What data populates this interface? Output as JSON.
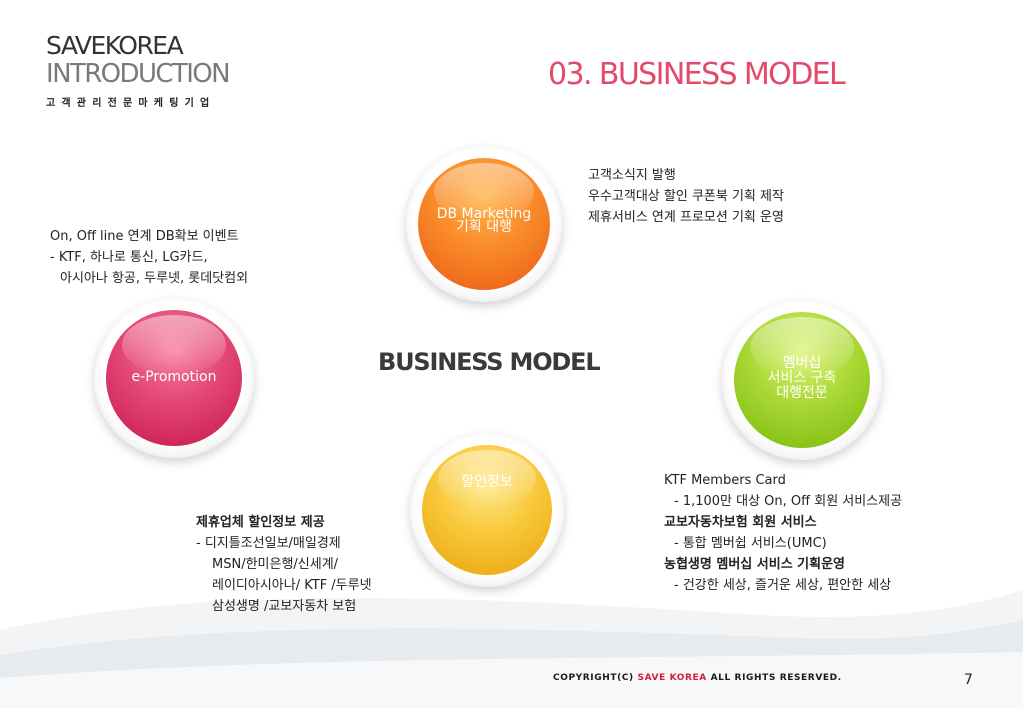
{
  "header": {
    "logo_line1": "SAVEKOREA",
    "logo_line2": "INTRODUCTION",
    "logo_tagline": "고객관리전문마케팅기업",
    "slide_title": "03. BUSINESS MODEL"
  },
  "center_title": "BUSINESS MODEL",
  "circles": {
    "db": {
      "line1": "DB Marketing",
      "line2": "기획 대행",
      "color": "#f47d25"
    },
    "promotion": {
      "line1": "e-Promotion",
      "color": "#e0456f"
    },
    "membership": {
      "line1": "멤버십",
      "line2": "서비스 구축",
      "line3": "대행전문",
      "color": "#a2d12f"
    },
    "discount": {
      "line1": "할인정보",
      "color": "#f5bc2f"
    }
  },
  "texts": {
    "db": [
      "고객소식지 발행",
      "우수고객대상 할인 쿠폰북 기획 제작",
      "제휴서비스 연계 프로모션 기획 운영"
    ],
    "promotion": [
      "On, Off line 연계 DB확보 이벤트",
      "- KTF, 하나로 통신, LG카드,",
      "아시아나 항공, 두루넷, 롯데닷컴외"
    ],
    "membership": [
      "KTF Members Card",
      "- 1,100만 대상 On, Off  회원 서비스제공",
      "교보자동차보험 회원 서비스",
      "- 통합 멤버쉽 서비스(UMC)",
      "농협생명 멤버십 서비스 기획운영",
      "- 건강한 세상, 즐거운 세상, 편안한 세상"
    ],
    "discount": [
      "제휴업체 할인정보 제공",
      "- 디지틀조선일보/매일경제",
      "MSN/한미은행/신세계/",
      "레이디아시아나/ KTF /두루넷",
      "삼성생명 /교보자동차 보험"
    ]
  },
  "footer": {
    "copyright_prefix": "COPYRIGHT(C)",
    "copyright_brand": "SAVE KOREA",
    "copyright_suffix": "ALL RIGHTS RESERVED.",
    "page_number": "7"
  }
}
